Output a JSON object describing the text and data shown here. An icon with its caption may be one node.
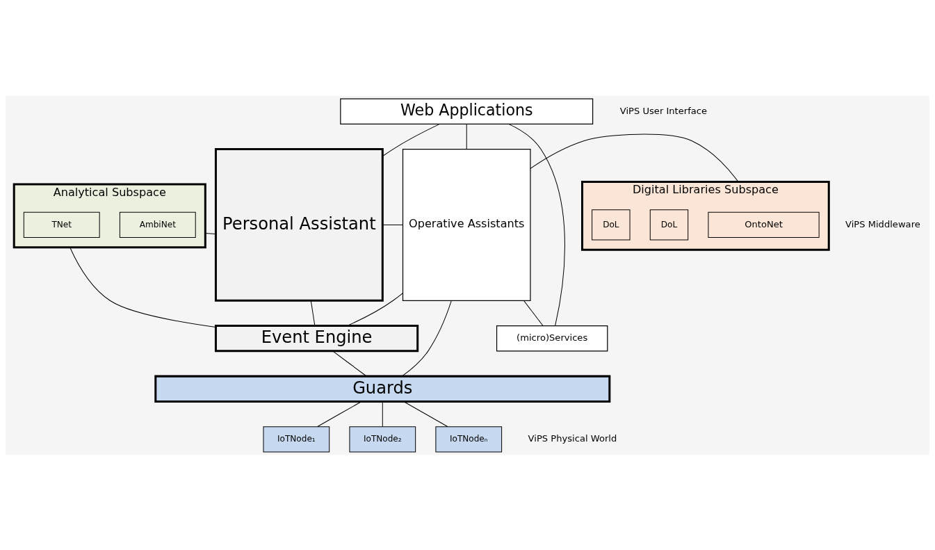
{
  "diagram": {
    "nodes": [
      {
        "text": [
          "Web Applications"
        ]
      },
      {
        "text": [
          "Personal Assistant"
        ]
      },
      {
        "text": [
          "Analytical Subspace"
        ]
      },
      {
        "text": [
          "AmbiNet"
        ],
        "in": 2
      },
      {
        "text": [
          "TNet"
        ],
        "in": 2
      },
      {
        "text": [
          "Operative Assistants"
        ]
      },
      {
        "text": [
          "(micro)Services"
        ]
      },
      {
        "text": [
          "Digital Libraries Subspace"
        ]
      },
      {
        "text": [
          "OntoNet"
        ],
        "in": 7
      },
      {
        "text": [
          "DoL"
        ],
        "in": 7
      },
      {
        "text": [
          "DoL"
        ],
        "in": 7
      },
      {
        "text": [
          "Event Engine"
        ]
      },
      {
        "text": [
          "Guards"
        ]
      },
      {
        "text": [
          "IoTNode₁"
        ]
      },
      {
        "text": [
          "IoTNode₂"
        ]
      },
      {
        "text": [
          "IoTNodeₙ"
        ]
      }
    ],
    "edges": [
      {
        "from": 1,
        "to": 0,
        "arrow": "none"
      },
      {
        "from": 0,
        "to": 5,
        "arrow": "none"
      },
      {
        "from": 0,
        "to": 6,
        "arrow": "none"
      },
      {
        "from": 1,
        "to": 5,
        "arrow": "none"
      },
      {
        "from": 5,
        "to": 6,
        "arrow": "none"
      },
      {
        "from": 1,
        "to": 2,
        "arrow": "none"
      },
      {
        "from": 5,
        "to": 7,
        "arrow": "none"
      },
      {
        "from": 1,
        "to": 11,
        "arrow": "none"
      },
      {
        "from": 2,
        "to": 11,
        "arrow": "none"
      },
      {
        "from": 11,
        "to": 5,
        "arrow": "none"
      },
      {
        "from": 11,
        "to": 12,
        "arrow": "none"
      },
      {
        "from": 5,
        "to": 12,
        "arrow": "none"
      },
      {
        "from": 12,
        "to": 13,
        "arrow": "none"
      },
      {
        "from": 12,
        "to": 14,
        "arrow": "none"
      },
      {
        "from": 12,
        "to": 15,
        "arrow": "none"
      }
    ],
    "labels": [
      "ViPS User Interface",
      "ViPS Middleware",
      "ViPS Physical World"
    ]
  }
}
